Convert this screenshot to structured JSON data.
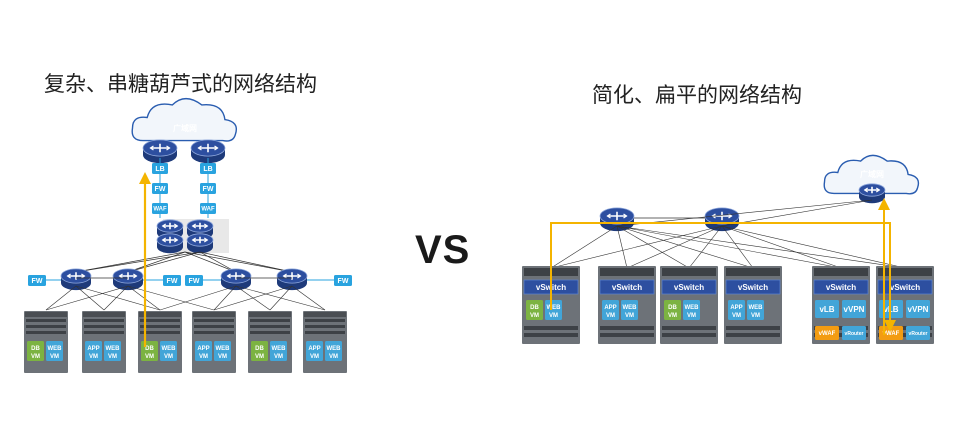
{
  "left": {
    "title": "复杂、串糖葫芦式的网络结构"
  },
  "right": {
    "title": "简化、扁平的网络结构"
  },
  "vs": "VS",
  "labels": {
    "wan": "广域网",
    "lb": "LB",
    "fw": "FW",
    "waf": "WAF",
    "db": "DB",
    "vm": "VM",
    "web": "WEB",
    "app": "APP",
    "vswitch": "vSwitch",
    "vlb": "vLB",
    "vvpn": "vVPN",
    "vwaf": "vWAF",
    "vrouter": "vRouter"
  },
  "colors": {
    "accent_line": "#f4b400",
    "switch_blue": "#2d4fa0",
    "fw_box": "#29a3df",
    "db_green": "#7cb342",
    "web_blue": "#42a5d8",
    "vwaf_orange": "#f39c12",
    "server_gray": "#555a60"
  }
}
